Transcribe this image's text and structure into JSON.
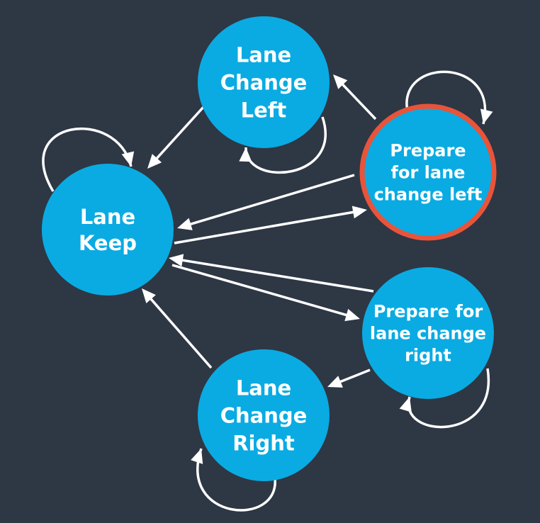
{
  "diagram": {
    "colors": {
      "background": "#2e3744",
      "state_fill": "#0aabe2",
      "highlight_ring": "#e8543a",
      "edge": "#ffffff",
      "label": "#ffffff"
    },
    "states": {
      "lane_keep": {
        "lines": [
          "Lane",
          "Keep"
        ]
      },
      "lane_change_left": {
        "lines": [
          "Lane",
          "Change",
          "Left"
        ]
      },
      "prepare_left": {
        "lines": [
          "Prepare",
          "for lane",
          "change left"
        ],
        "highlighted": true
      },
      "prepare_right": {
        "lines": [
          "Prepare for",
          "lane change",
          "right"
        ]
      },
      "lane_change_right": {
        "lines": [
          "Lane",
          "Change",
          "Right"
        ]
      }
    },
    "transitions": [
      {
        "from": "lane_keep",
        "to": "lane_keep"
      },
      {
        "from": "lane_change_left",
        "to": "lane_change_left"
      },
      {
        "from": "prepare_left",
        "to": "prepare_left"
      },
      {
        "from": "prepare_right",
        "to": "prepare_right"
      },
      {
        "from": "lane_change_right",
        "to": "lane_change_right"
      },
      {
        "from": "lane_change_left",
        "to": "lane_keep"
      },
      {
        "from": "prepare_left",
        "to": "lane_change_left"
      },
      {
        "from": "prepare_left",
        "to": "lane_keep"
      },
      {
        "from": "lane_keep",
        "to": "prepare_left"
      },
      {
        "from": "prepare_right",
        "to": "lane_keep"
      },
      {
        "from": "lane_keep",
        "to": "prepare_right"
      },
      {
        "from": "prepare_right",
        "to": "lane_change_right"
      },
      {
        "from": "lane_change_right",
        "to": "lane_keep"
      }
    ]
  }
}
